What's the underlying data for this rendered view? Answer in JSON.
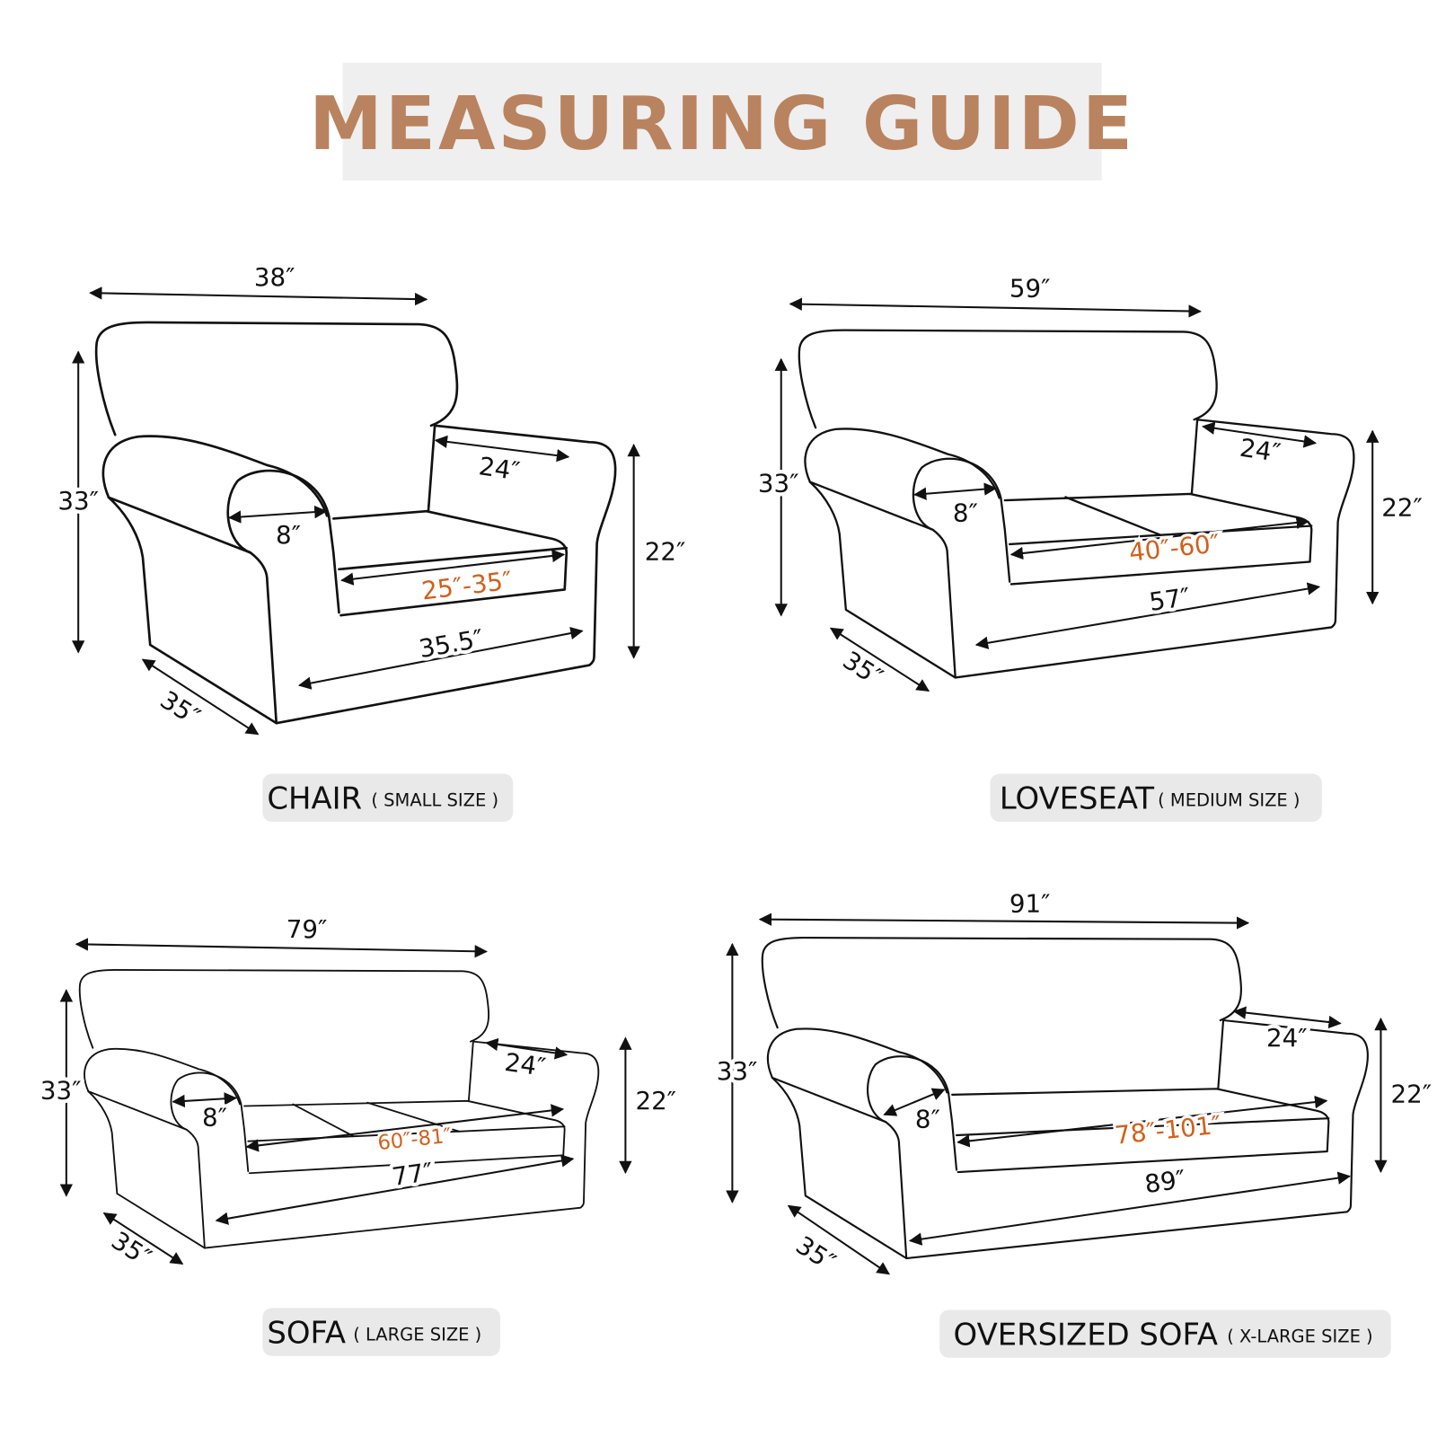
{
  "title": "MEASURING GUIDE",
  "colors": {
    "title": "#B9835F",
    "title_bg": "#EFEFEF",
    "range": "#D2601A",
    "pill_bg": "#E9E9E9"
  },
  "panels": [
    {
      "name": "CHAIR",
      "size": "( SMALL SIZE )",
      "width_top": "38″",
      "height_total": "33″",
      "height_arm": "22″",
      "arm_length": "24″",
      "arm_width": "8″",
      "seat_range": "25″-35″",
      "seat_front": "35.5″",
      "depth": "35″"
    },
    {
      "name": "LOVESEAT",
      "size": "( MEDIUM SIZE )",
      "width_top": "59″",
      "height_total": "33″",
      "height_arm": "22″",
      "arm_length": "24″",
      "arm_width": "8″",
      "seat_range": "40″-60″",
      "seat_front": "57″",
      "depth": "35″"
    },
    {
      "name": "SOFA",
      "size": "( LARGE  SIZE )",
      "width_top": "79″",
      "height_total": "33″",
      "height_arm": "22″",
      "arm_length": "24″",
      "arm_width": "8″",
      "seat_range": "60″-81″",
      "seat_front": "77″",
      "depth": "35″"
    },
    {
      "name": "OVERSIZED SOFA",
      "size": "( X-LARGE  SIZE )",
      "width_top": "91″",
      "height_total": "33″",
      "height_arm": "22″",
      "arm_length": "24″",
      "arm_width": "8″",
      "seat_range": "78″-101″",
      "seat_front": "89″",
      "depth": "35″"
    }
  ]
}
